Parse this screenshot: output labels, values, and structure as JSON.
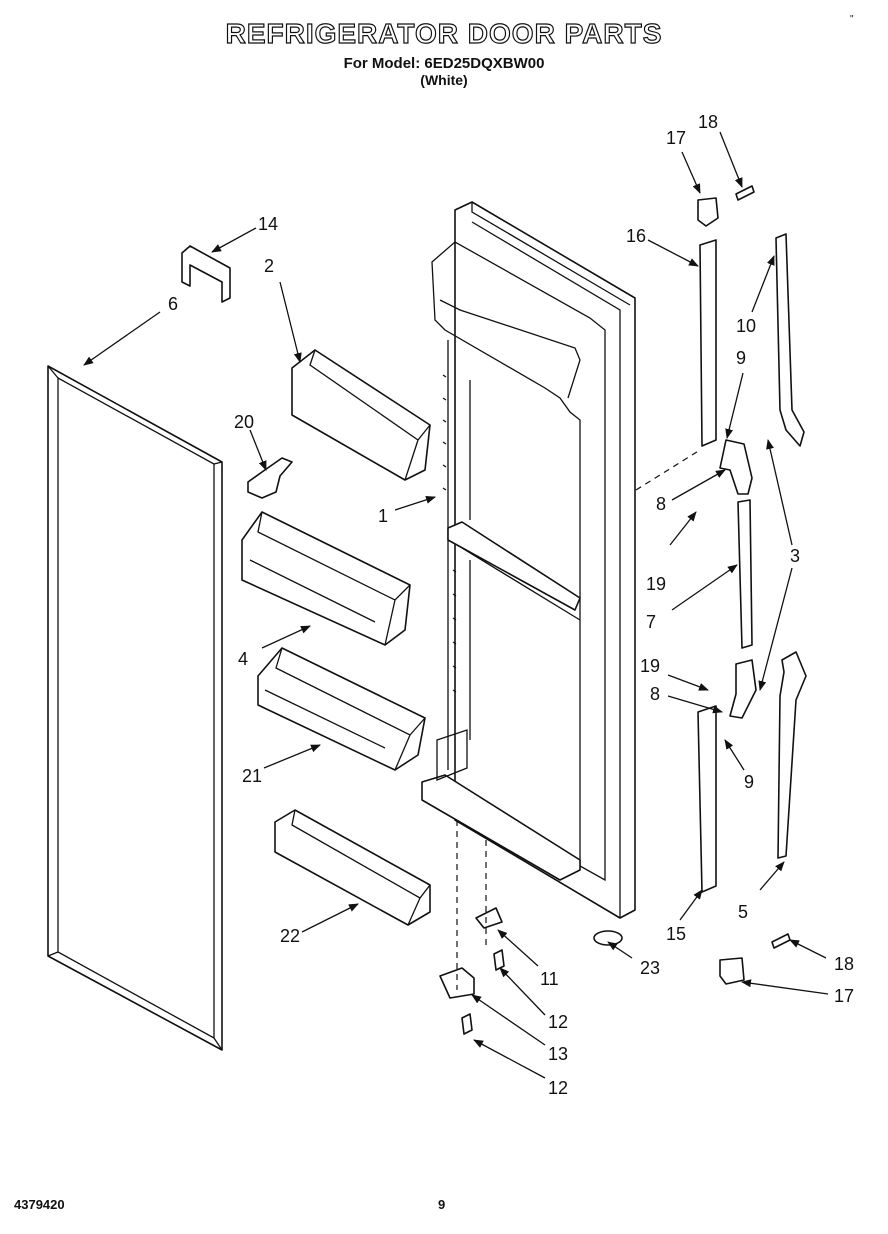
{
  "header": {
    "title": "REFRIGERATOR DOOR PARTS",
    "model_line": "For Model: 6ED25DQXBW00",
    "color_line": "(White)",
    "corner_mark": "\""
  },
  "footer": {
    "doc_number": "4379420",
    "page_number": "9"
  },
  "callouts": {
    "c1": "1",
    "c2": "2",
    "c3": "3",
    "c4": "4",
    "c5": "5",
    "c6": "6",
    "c7": "7",
    "c8a": "8",
    "c8b": "8",
    "c9a": "9",
    "c9b": "9",
    "c10": "10",
    "c11": "11",
    "c12a": "12",
    "c12b": "12",
    "c13": "13",
    "c14": "14",
    "c15": "15",
    "c16": "16",
    "c17a": "17",
    "c17b": "17",
    "c18a": "18",
    "c18b": "18",
    "c19a": "19",
    "c19b": "19",
    "c20": "20",
    "c21": "21",
    "c22": "22",
    "c23": "23"
  }
}
